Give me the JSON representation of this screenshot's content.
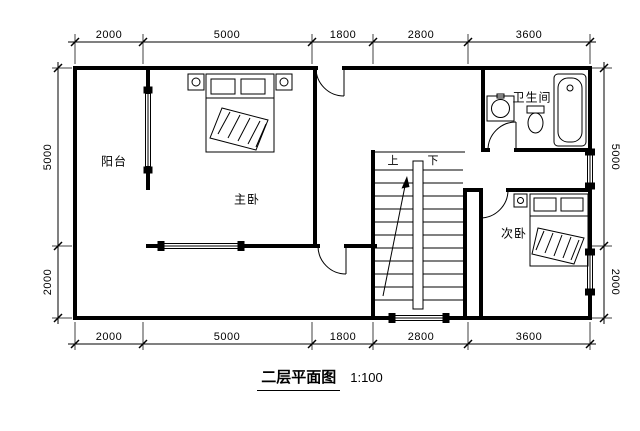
{
  "title": {
    "name": "二层平面图",
    "scale": "1:100"
  },
  "rooms": {
    "balcony": "阳台",
    "master": "主卧",
    "bath": "卫生间",
    "second": "次卧"
  },
  "stairs": {
    "up": "上",
    "down": "下"
  },
  "dims": {
    "top": [
      "2000",
      "5000",
      "1800",
      "2800",
      "3600"
    ],
    "bottom": [
      "2000",
      "5000",
      "1800",
      "2800",
      "3600"
    ],
    "left": [
      "5000",
      "2000"
    ],
    "right": [
      "5000",
      "2000"
    ]
  },
  "colors": {
    "line": "#000000",
    "bg": "#ffffff"
  }
}
